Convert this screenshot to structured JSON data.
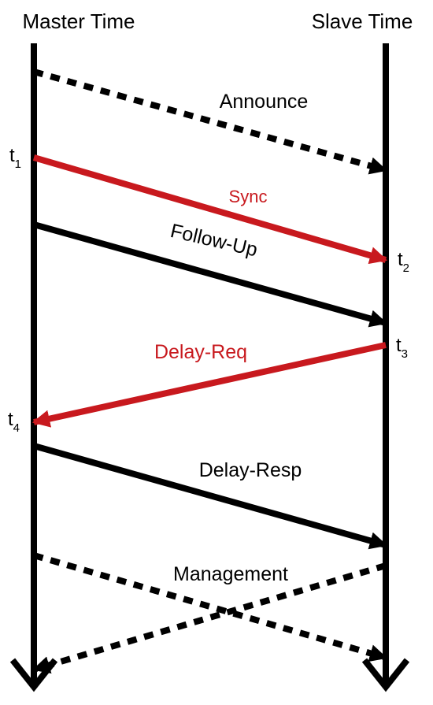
{
  "timelines": {
    "master_label": "Master Time",
    "slave_label": "Slave Time"
  },
  "messages": {
    "announce": "Announce",
    "sync": "Sync",
    "follow_up": "Follow-Up",
    "delay_req": "Delay-Req",
    "delay_resp": "Delay-Resp",
    "management": "Management"
  },
  "timestamps": {
    "t1": {
      "letter": "t",
      "sub": "1"
    },
    "t2": {
      "letter": "t",
      "sub": "2"
    },
    "t3": {
      "letter": "t",
      "sub": "3"
    },
    "t4": {
      "letter": "t",
      "sub": "4"
    }
  },
  "colors": {
    "timing_messages": "#c8191e",
    "general_messages": "#000000"
  }
}
